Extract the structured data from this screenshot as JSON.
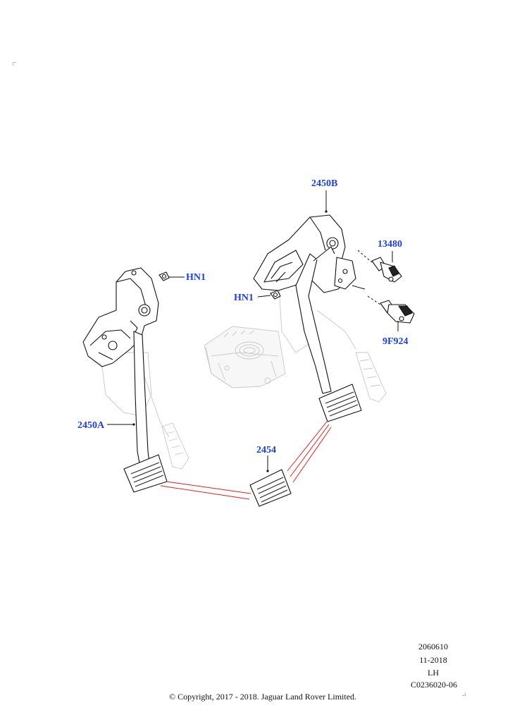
{
  "callouts": {
    "c2450B": "2450B",
    "c13480": "13480",
    "hn1_left": "HN1",
    "hn1_right": "HN1",
    "c9F924": "9F924",
    "c2450A": "2450A",
    "c2454": "2454"
  },
  "info": {
    "line1": "2060610",
    "line2": "11-2018",
    "line3": "LH",
    "line4": "C0236020-06"
  },
  "copyright": "© Copyright, 2017 - 2018. Jaguar Land Rover Limited.",
  "colors": {
    "callout": "#1e3fd8",
    "leader": "#111111",
    "highlight_leader": "#e02020"
  }
}
